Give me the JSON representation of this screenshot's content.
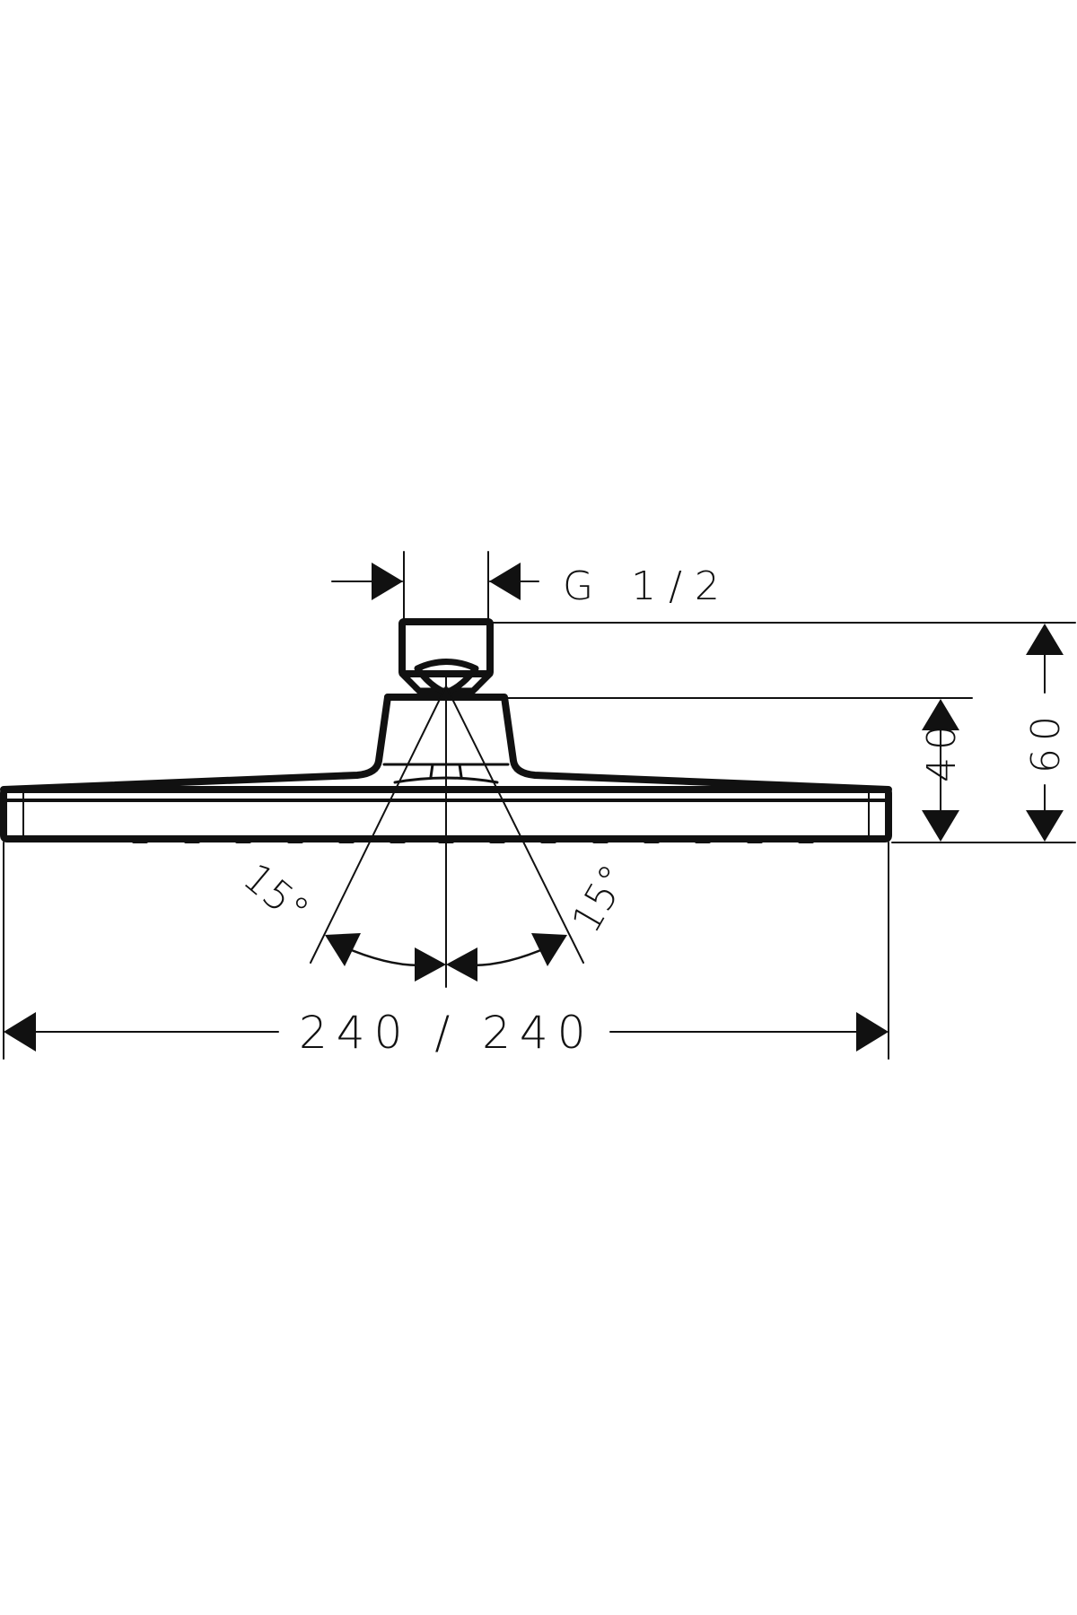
{
  "drawing": {
    "subject": "Overhead shower head technical drawing (side view)",
    "line_color": "#111111",
    "background": "#ffffff"
  },
  "dimensions": {
    "connection_thread": "G 1/2",
    "total_height": "60",
    "arm_height": "40",
    "width": "240 / 240",
    "angle_left": "15°",
    "angle_right": "15°"
  }
}
